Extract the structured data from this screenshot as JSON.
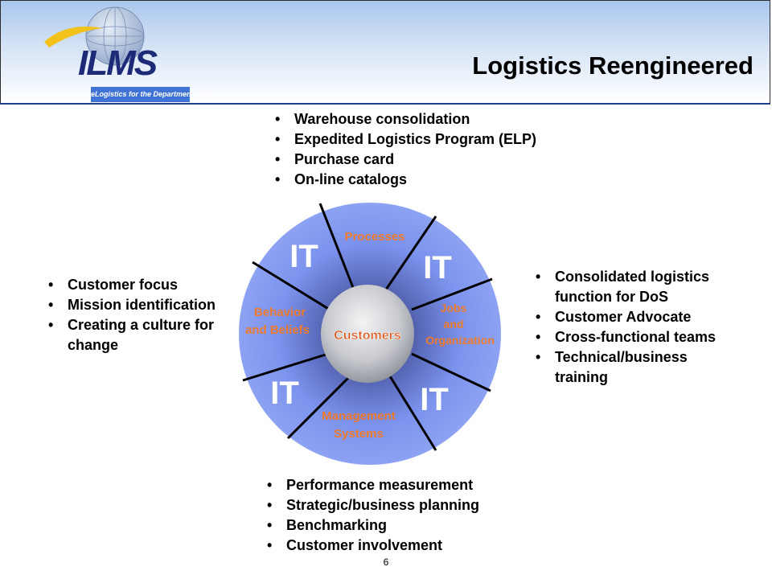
{
  "header": {
    "logo_text": "ILMS",
    "tagline": "eLogistics for the Department of State",
    "title": "Logistics Reengineered"
  },
  "lists": {
    "top": [
      "Warehouse consolidation",
      "Expedited Logistics Program (ELP)",
      "Purchase card",
      "On-line catalogs"
    ],
    "left": [
      "Customer focus",
      "Mission identification",
      "Creating a culture for change"
    ],
    "right": [
      "Consolidated logistics function for DoS",
      "Customer Advocate",
      "Cross-functional teams",
      "Technical/business training"
    ],
    "bottom": [
      "Performance measurement",
      "Strategic/business planning",
      "Benchmarking",
      "Customer involvement"
    ]
  },
  "wheel": {
    "center": "Customers",
    "segments": {
      "processes": "Processes",
      "jobs": [
        "Jobs",
        "and",
        "Organization"
      ],
      "behavior": [
        "Behavior",
        "and Beliefs"
      ],
      "management": [
        "Management",
        "Systems"
      ]
    },
    "it_label": "IT",
    "colors": {
      "wheel": "#7c93ee",
      "label": "#f07a2a",
      "it": "#ffffff",
      "center_text": "#d94a10"
    }
  },
  "page_number": "6"
}
